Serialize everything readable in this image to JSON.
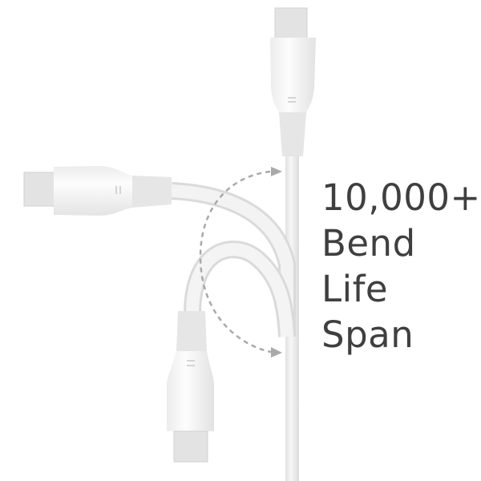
{
  "caption": {
    "lines": [
      "10,000+",
      "Bend",
      "Life",
      "Span"
    ]
  },
  "colors": {
    "background": "#ffffff",
    "text": "#3f3f3f",
    "cable": "#f1f1f1",
    "cable_shadow": "#d9d9d9",
    "connector_metal": "#e2e2e2",
    "strain_relief": "#e6e6e6",
    "arrow": "#a9a9a9"
  },
  "icons": [
    "usb-c-connector",
    "dashed-curved-arrow"
  ]
}
